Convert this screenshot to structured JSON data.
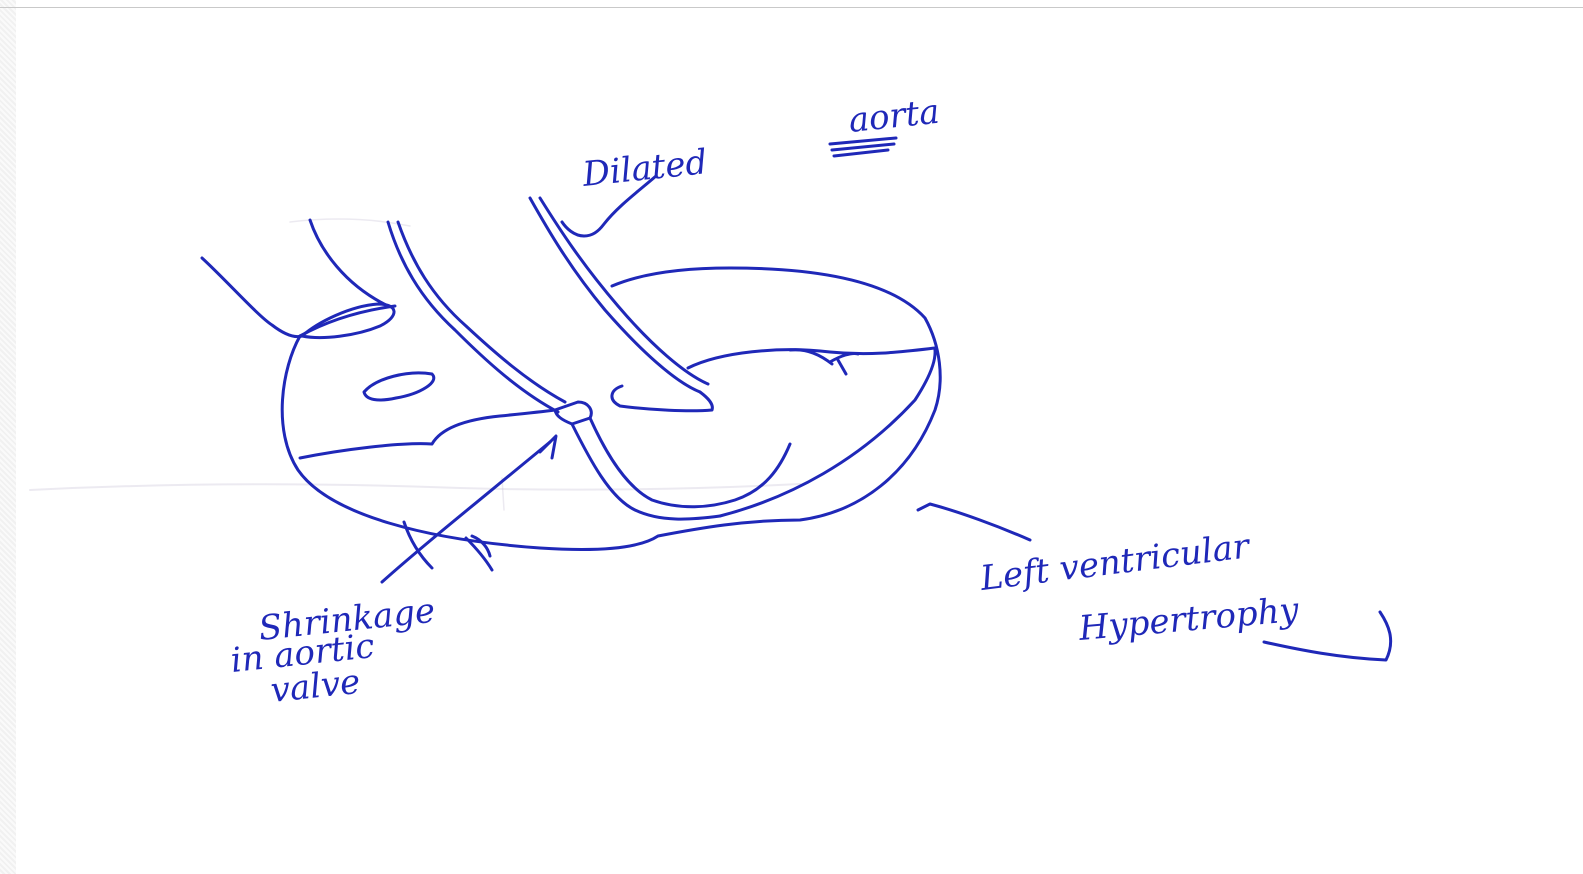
{
  "diagram": {
    "labels": {
      "dilated": "Dilated",
      "aorta": "aorta",
      "shrinkage_line1": "Shrinkage",
      "shrinkage_line2": "in aortic",
      "shrinkage_line3": "valve",
      "lvh_line1": "Left ventricular",
      "lvh_line2": "Hypertrophy"
    },
    "colors": {
      "ink": "#1f28b8",
      "background": "#ffffff",
      "faint_mark": "#c9c3d6",
      "page_rule": "#c9c9c9"
    }
  }
}
